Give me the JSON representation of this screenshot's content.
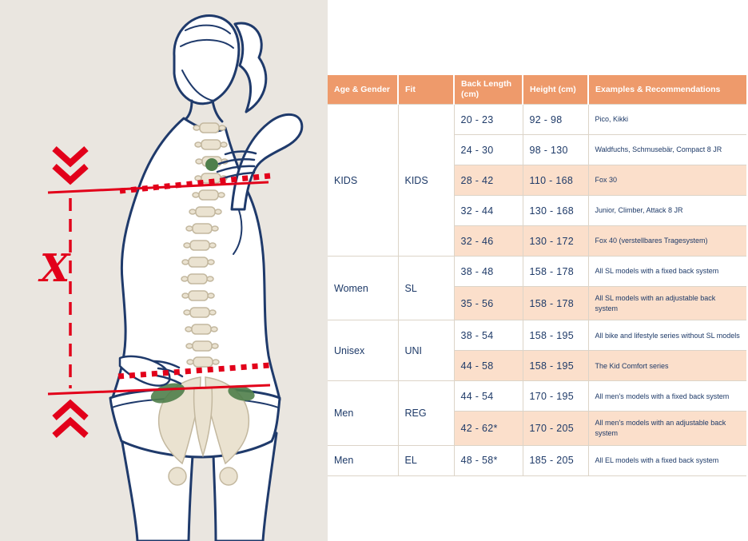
{
  "illustration": {
    "measure_label": "X",
    "description_names": [
      "back-figure",
      "spine",
      "pelvis",
      "back-length-measurement"
    ]
  },
  "colors": {
    "header_bg": "#EE9A6B",
    "highlight_row_bg": "#FBDFCB",
    "left_panel_bg": "#EAE6E0",
    "outline_navy": "#1F3A6B",
    "accent_red": "#E2001A",
    "bone_beige": "#EAE2D0",
    "muscle_green": "#4F7F4B"
  },
  "table": {
    "headers": [
      "Age & Gender",
      "Fit",
      "Back Length (cm)",
      "Height (cm)",
      "Examples & Recommendations"
    ],
    "groups": [
      {
        "age": "KIDS",
        "fit": "KIDS",
        "rows": [
          {
            "back": "20 - 23",
            "height": "92 - 98",
            "examples": "Pico, Kikki",
            "highlight": false
          },
          {
            "back": "24 - 30",
            "height": "98 - 130",
            "examples": "Waldfuchs, Schmusebär, Compact 8 JR",
            "highlight": false
          },
          {
            "back": "28 - 42",
            "height": "110 - 168",
            "examples": "Fox 30",
            "highlight": true
          },
          {
            "back": "32 - 44",
            "height": "130 - 168",
            "examples": "Junior, Climber, Attack 8 JR",
            "highlight": false
          },
          {
            "back": "32 - 46",
            "height": "130 - 172",
            "examples": "Fox 40 (verstellbares Tragesystem)",
            "highlight": true
          }
        ]
      },
      {
        "age": "Women",
        "fit": "SL",
        "rows": [
          {
            "back": "38 - 48",
            "height": "158 - 178",
            "examples": "All SL models with a fixed back system",
            "highlight": false
          },
          {
            "back": "35 - 56",
            "height": "158 - 178",
            "examples": "All SL models with an adjustable back system",
            "highlight": true
          }
        ]
      },
      {
        "age": "Unisex",
        "fit": "UNI",
        "rows": [
          {
            "back": "38 - 54",
            "height": "158 - 195",
            "examples": "All bike and lifestyle series without SL models",
            "highlight": false
          },
          {
            "back": "44 - 58",
            "height": "158 - 195",
            "examples": "The Kid Comfort series",
            "highlight": true
          }
        ]
      },
      {
        "age": "Men",
        "fit": "REG",
        "rows": [
          {
            "back": "44 - 54",
            "height": "170 - 195",
            "examples": "All men's models with a fixed back system",
            "highlight": false
          },
          {
            "back": "42 - 62*",
            "height": "170 - 205",
            "examples": "All men's models with an adjustable back system",
            "highlight": true
          }
        ]
      },
      {
        "age": "Men",
        "fit": "EL",
        "rows": [
          {
            "back": "48 - 58*",
            "height": "185 - 205",
            "examples": "All EL models with a fixed back system",
            "highlight": false
          }
        ]
      }
    ]
  }
}
